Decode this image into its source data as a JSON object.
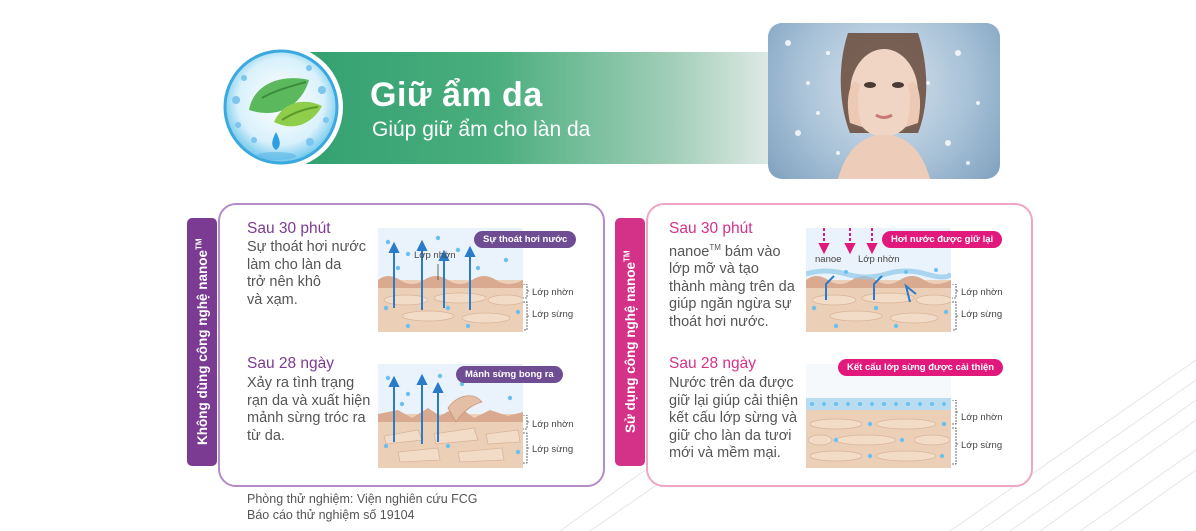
{
  "header": {
    "title": "Giữ ẩm da",
    "subtitle": "Giúp giữ ẩm cho làn da"
  },
  "left_panel": {
    "side_label": "Không dùng công nghệ nanoe",
    "side_label_tm": "TM",
    "block1": {
      "heading": "Sau 30 phút",
      "lines": [
        "Sự thoát hơi nước",
        "làm cho làn da",
        "trở nên khô",
        "và xạm."
      ],
      "callout": "Sự thoát hơi nước",
      "label_oil_top": "Lớp nhờn",
      "label_oil": "Lớp nhờn",
      "label_horny": "Lớp sừng"
    },
    "block2": {
      "heading": "Sau 28 ngày",
      "lines": [
        "Xảy ra tình trạng",
        "rạn da và xuất hiện",
        "mảnh sừng tróc ra",
        "từ da."
      ],
      "callout": "Mảnh sừng bong ra",
      "label_oil": "Lớp nhờn",
      "label_horny": "Lớp sừng"
    }
  },
  "right_panel": {
    "side_label": "Sử dụng công nghệ nanoe",
    "side_label_tm": "TM",
    "block1": {
      "heading": "Sau 30 phút",
      "line1_prefix": "nanoe",
      "line1_tm": "TM",
      "line1_suffix": " bám vào",
      "lines": [
        "lớp mỡ và tạo",
        "thành màng trên da",
        "giúp ngăn ngừa sự",
        "thoát hơi nước."
      ],
      "callout": "Hơi nước được giữ lại",
      "label_nanoe": "nanoe",
      "label_oil_top": "Lớp nhờn",
      "label_oil": "Lớp nhờn",
      "label_horny": "Lớp sừng"
    },
    "block2": {
      "heading": "Sau 28 ngày",
      "lines": [
        "Nước trên da được",
        "giữ lại giúp cải thiện",
        "kết cấu lớp sừng và",
        "giữ cho làn da tươi",
        "mới và mềm mại."
      ],
      "callout": "Kết cấu lớp sừng được cải thiện",
      "label_oil": "Lớp nhờn",
      "label_horny": "Lớp sừng"
    }
  },
  "footer": {
    "line1": "Phòng thử nghiệm: Viện nghiên cứu FCG",
    "line2": "Báo cáo thử nghiệm số 19104"
  },
  "colors": {
    "banner_green": "#2f9e6e",
    "purple": "#7b3b93",
    "magenta": "#d43189",
    "skin": "#e8c9b0",
    "drop_blue": "#4ab0e6"
  },
  "icons": [
    "leaf-water-icon",
    "water-drop-icon",
    "arrow-up-icon",
    "arrow-down-icon"
  ]
}
